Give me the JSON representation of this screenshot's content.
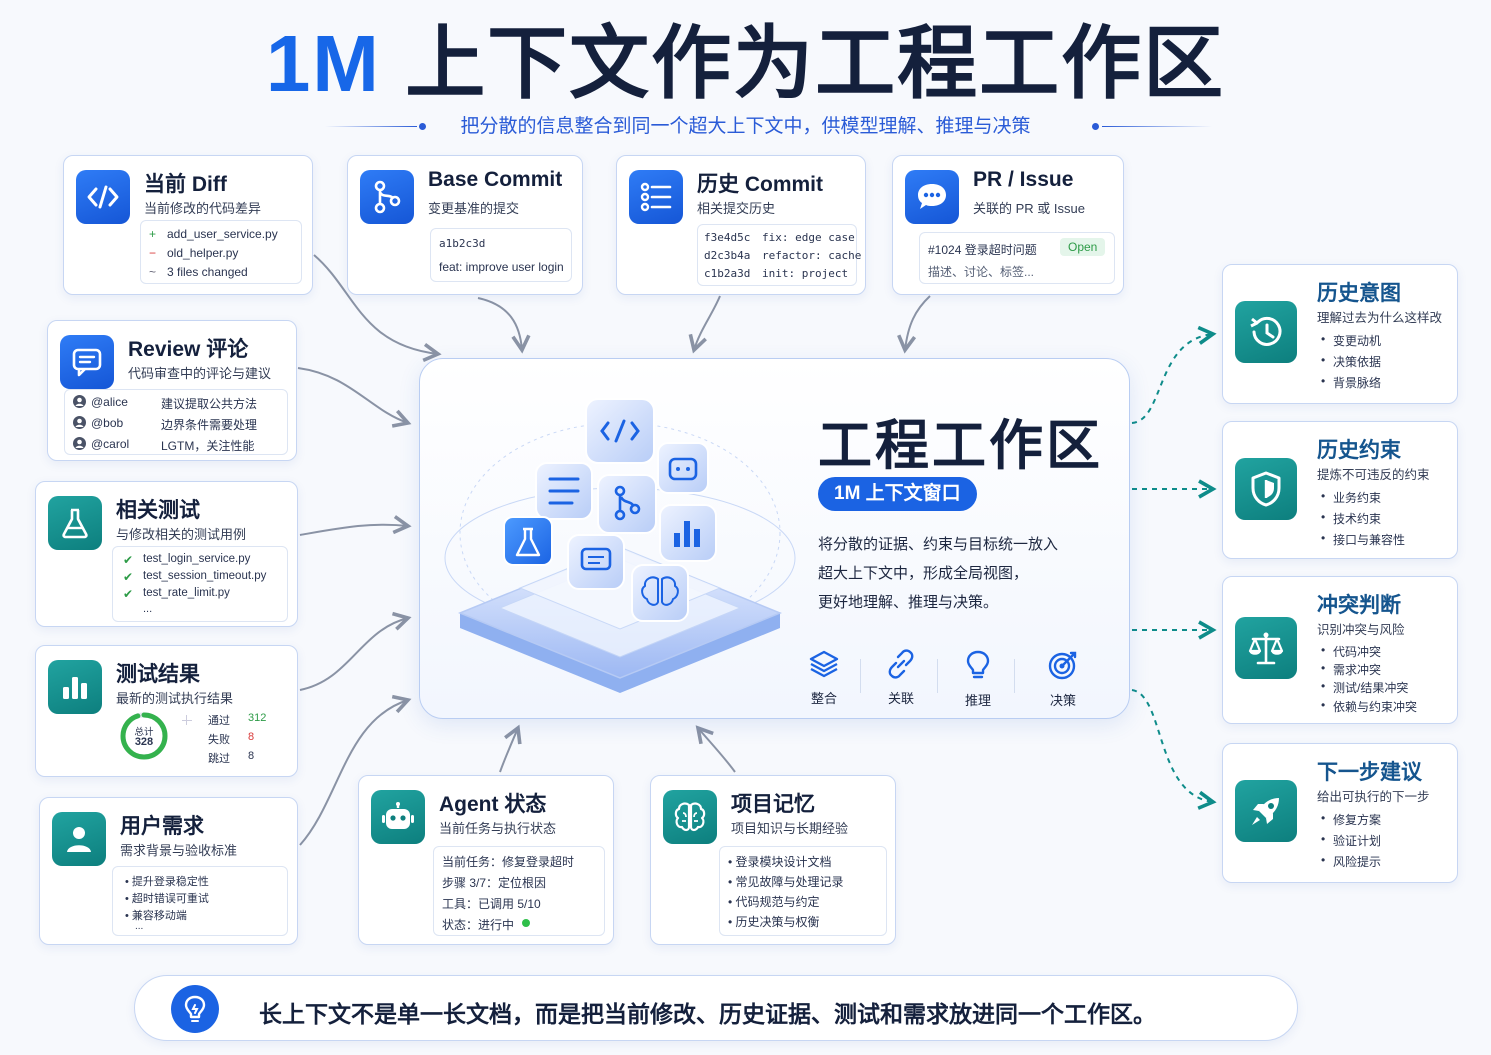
{
  "header": {
    "title_accent": "1M",
    "title_rest": "上下文作为工程工作区",
    "subtitle": "把分散的信息整合到同一个超大上下文中，供模型理解、推理与决策"
  },
  "colors": {
    "blue": "#1767e8",
    "teal": "#0d7f7e",
    "navy": "#14203c"
  },
  "diff": {
    "icon": "code-icon",
    "title": "当前 Diff",
    "desc": "当前修改的代码差异",
    "lines": [
      {
        "mark": "+",
        "text": "add_user_service.py"
      },
      {
        "mark": "−",
        "text": "old_helper.py"
      },
      {
        "mark": "~",
        "text": "3 files changed"
      }
    ]
  },
  "base_commit": {
    "icon": "git-branch-icon",
    "title": "Base Commit",
    "desc": "变更基准的提交",
    "hash": "a1b2c3d",
    "message": "feat: improve user login"
  },
  "history_commit": {
    "icon": "list-icon",
    "title": "历史 Commit",
    "desc": "相关提交历史",
    "commits": [
      {
        "hash": "f3e4d5c",
        "msg": "fix: edge case"
      },
      {
        "hash": "d2c3b4a",
        "msg": "refactor: cache"
      },
      {
        "hash": "c1b2a3d",
        "msg": "init: project"
      }
    ]
  },
  "pr_issue": {
    "icon": "chat-bubble-icon",
    "title": "PR / Issue",
    "desc": "关联的 PR 或 Issue",
    "issue": "#1024 登录超时问题",
    "status": "Open",
    "note": "描述、讨论、标签..."
  },
  "review": {
    "icon": "comment-icon",
    "title": "Review 评论",
    "desc": "代码审查中的评论与建议",
    "comments": [
      {
        "user": "@alice",
        "text": "建议提取公共方法"
      },
      {
        "user": "@bob",
        "text": "边界条件需要处理"
      },
      {
        "user": "@carol",
        "text": "LGTM，关注性能"
      }
    ]
  },
  "tests": {
    "icon": "flask-icon",
    "title": "相关测试",
    "desc": "与修改相关的测试用例",
    "items": [
      "test_login_service.py",
      "test_session_timeout.py",
      "test_rate_limit.py"
    ],
    "more": "..."
  },
  "results": {
    "icon": "bar-chart-icon",
    "title": "测试结果",
    "desc": "最新的测试执行结果",
    "total_label": "总计",
    "total": "328",
    "passed_frac": 0.951,
    "stats": [
      {
        "label": "通过",
        "value": "312"
      },
      {
        "label": "失败",
        "value": "8"
      },
      {
        "label": "跳过",
        "value": "8"
      }
    ]
  },
  "requirements": {
    "icon": "user-icon",
    "title": "用户需求",
    "desc": "需求背景与验收标准",
    "items": [
      "提升登录稳定性",
      "超时错误可重试",
      "兼容移动端"
    ],
    "more": "..."
  },
  "agent": {
    "icon": "robot-icon",
    "title": "Agent 状态",
    "desc": "当前任务与执行状态",
    "lines": [
      "当前任务：修复登录超时",
      "步骤 3/7：定位根因",
      "工具：已调用 5/10",
      "状态：进行中"
    ]
  },
  "memory": {
    "icon": "brain-icon",
    "title": "项目记忆",
    "desc": "项目知识与长期经验",
    "items": [
      "登录模块设计文档",
      "常见故障与处理记录",
      "代码规范与约定",
      "历史决策与权衡"
    ]
  },
  "hub": {
    "title": "工程工作区",
    "badge": "1M 上下文窗口",
    "lines": [
      "将分散的证据、约束与目标统一放入",
      "超大上下文中，形成全局视图，",
      "更好地理解、推理与决策。"
    ],
    "actions": [
      {
        "icon": "layers-icon",
        "label": "整合"
      },
      {
        "icon": "link-icon",
        "label": "关联"
      },
      {
        "icon": "lightbulb-icon",
        "label": "推理"
      },
      {
        "icon": "target-icon",
        "label": "决策"
      }
    ]
  },
  "outputs": [
    {
      "icon": "history-icon",
      "title": "历史意图",
      "desc": "理解过去为什么这样改",
      "items": [
        "变更动机",
        "决策依据",
        "背景脉络"
      ]
    },
    {
      "icon": "shield-icon",
      "title": "历史约束",
      "desc": "提炼不可违反的约束",
      "items": [
        "业务约束",
        "技术约束",
        "接口与兼容性"
      ]
    },
    {
      "icon": "scale-icon",
      "title": "冲突判断",
      "desc": "识别冲突与风险",
      "items": [
        "代码冲突",
        "需求冲突",
        "测试/结果冲突",
        "依赖与约束冲突"
      ]
    },
    {
      "icon": "rocket-icon",
      "title": "下一步建议",
      "desc": "给出可执行的下一步",
      "items": [
        "修复方案",
        "验证计划",
        "风险提示"
      ]
    }
  ],
  "footer": {
    "icon": "lightbulb-icon",
    "text": "长上下文不是单一长文档，而是把当前修改、历史证据、测试和需求放进同一个工作区。"
  }
}
